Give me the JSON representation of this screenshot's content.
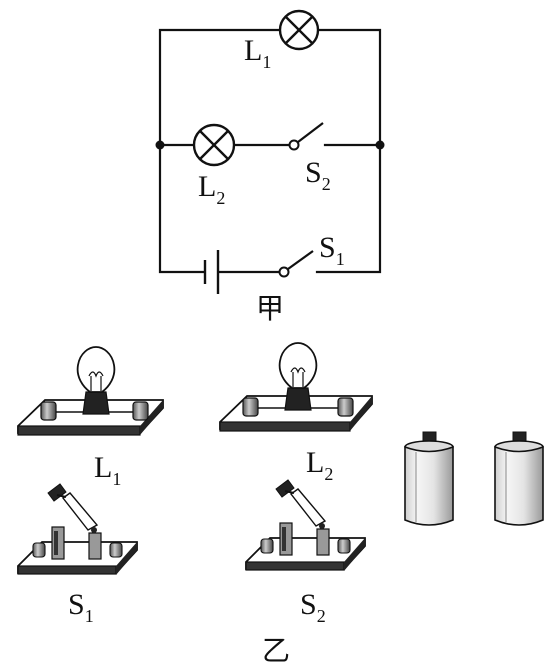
{
  "circuit_jia": {
    "caption": "甲",
    "lamp1": {
      "letter": "L",
      "sub": "1"
    },
    "lamp2": {
      "letter": "L",
      "sub": "2"
    },
    "switch1": {
      "letter": "S",
      "sub": "1"
    },
    "switch2": {
      "letter": "S",
      "sub": "2"
    }
  },
  "components_yi": {
    "caption": "乙",
    "lamp1": {
      "letter": "L",
      "sub": "1"
    },
    "lamp2": {
      "letter": "L",
      "sub": "2"
    },
    "switch1": {
      "letter": "S",
      "sub": "1"
    },
    "switch2": {
      "letter": "S",
      "sub": "2"
    }
  }
}
